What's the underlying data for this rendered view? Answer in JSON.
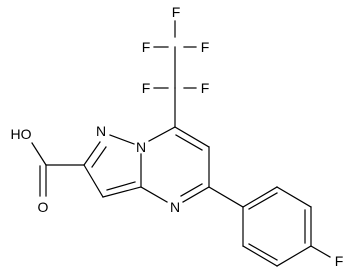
{
  "molecule": {
    "atom_labels": {
      "f1": "F",
      "f2": "F",
      "f3": "F",
      "f4": "F",
      "f5": "F",
      "f6": "F",
      "n_pyrazole": "N",
      "n_bridge": "N",
      "n_pyrimidine": "N",
      "hydroxyl": "HO",
      "carbonyl_oxygen": "O"
    },
    "colors": {
      "bond": "#000000",
      "label": "#000000",
      "background": "#ffffff"
    }
  }
}
